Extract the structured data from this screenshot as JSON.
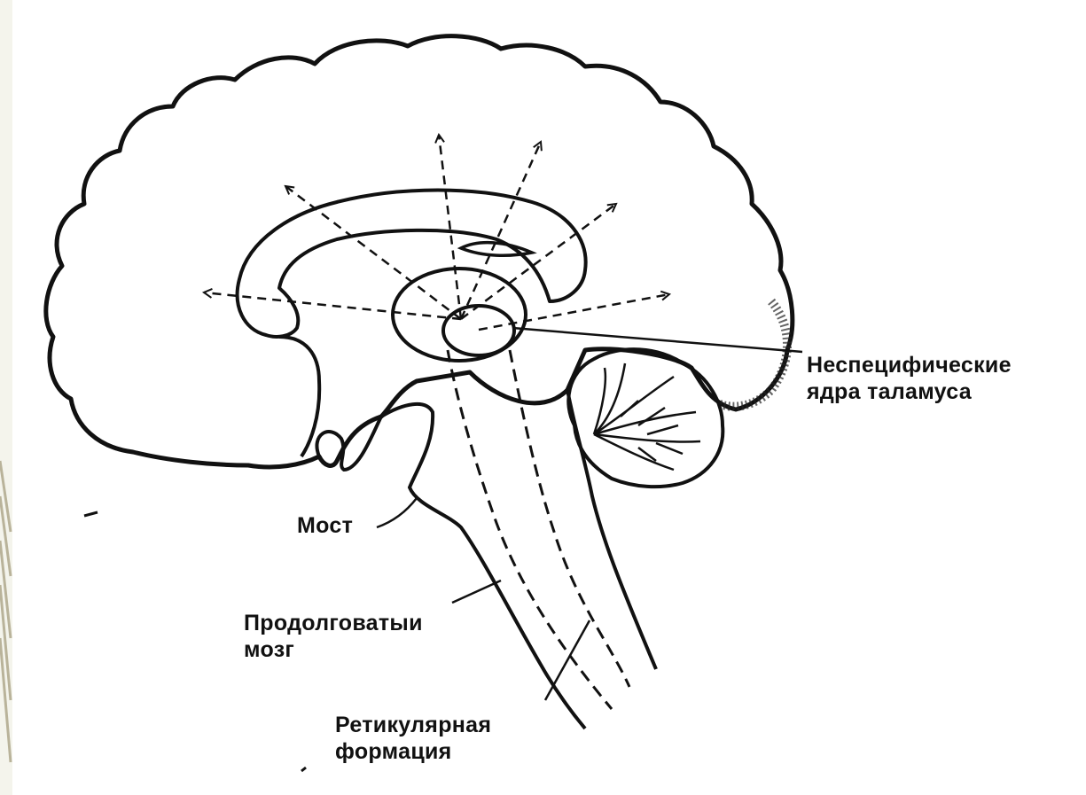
{
  "labels": {
    "thalamus": {
      "line1": "Неспецифические",
      "line2": "ядра таламуса"
    },
    "pons": {
      "line1": "Мост"
    },
    "medulla": {
      "line1": "Продолговатыи",
      "line2": "мозг"
    },
    "reticular": {
      "line1": "Ретикулярная",
      "line2": "формация"
    }
  },
  "colors": {
    "ink": "#111111",
    "paper": "#ffffff",
    "frame": "#f4f4ec",
    "frame_stripes": "#b9b39a"
  }
}
